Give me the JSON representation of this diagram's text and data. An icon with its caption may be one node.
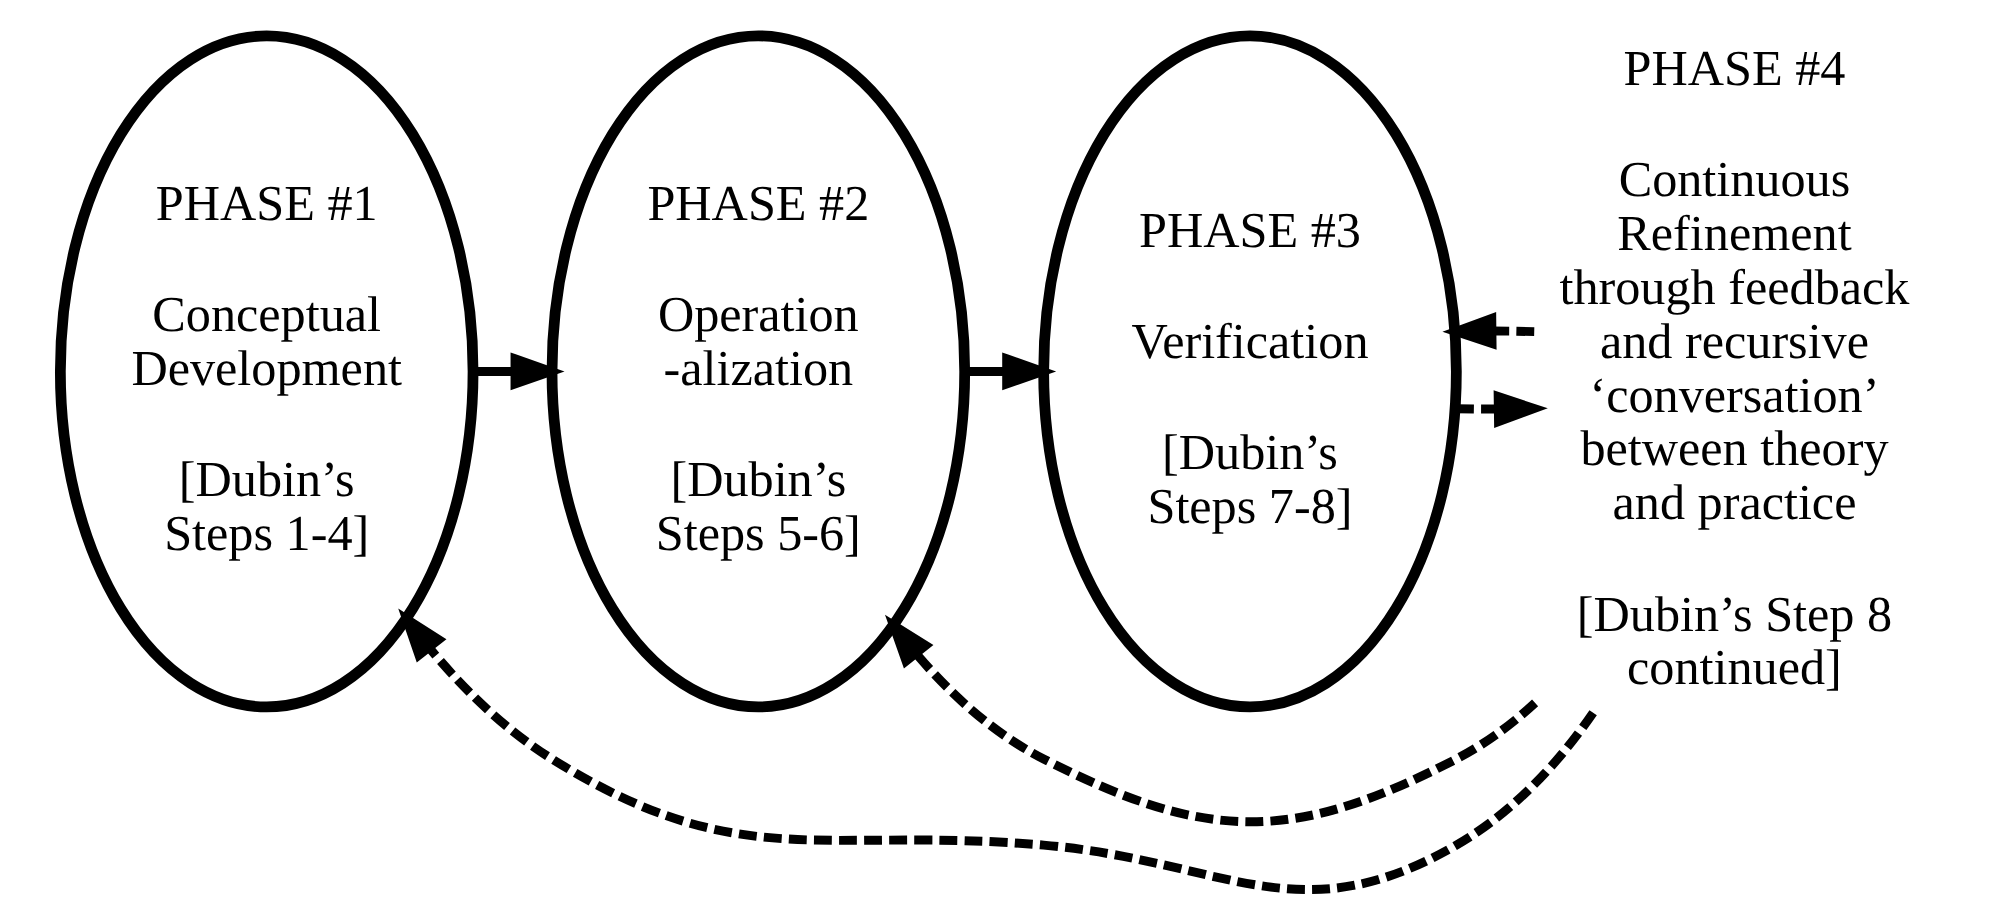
{
  "diagram": {
    "nodes": [
      {
        "text": [
          "PHASE #1",
          "Conceptual Development",
          "[Dubin’s Steps 1-4]"
        ]
      },
      {
        "text": [
          "PHASE #2",
          "Operation -alization",
          "[Dubin’s Steps 5-6]"
        ]
      },
      {
        "text": [
          "PHASE #3",
          "Verification",
          "[Dubin’s Steps 7-8]"
        ]
      },
      {
        "text": [
          "PHASE #4",
          "Continuous Refinement through feedback and recursive ‘conversation’ between theory and practice",
          "[Dubin’s Step 8 continued]"
        ]
      }
    ],
    "edges": [
      {
        "from": 0,
        "to": 1,
        "arrow": "to"
      },
      {
        "from": 1,
        "to": 2,
        "arrow": "to"
      },
      {
        "from": 2,
        "to": 3,
        "arrow": "to",
        "style": "dashed"
      },
      {
        "from": 3,
        "to": 2,
        "arrow": "to",
        "style": "dashed"
      },
      {
        "from": 3,
        "to": 1,
        "arrow": "to",
        "style": "dashed"
      },
      {
        "from": 3,
        "to": 0,
        "arrow": "to",
        "style": "dashed"
      }
    ]
  }
}
